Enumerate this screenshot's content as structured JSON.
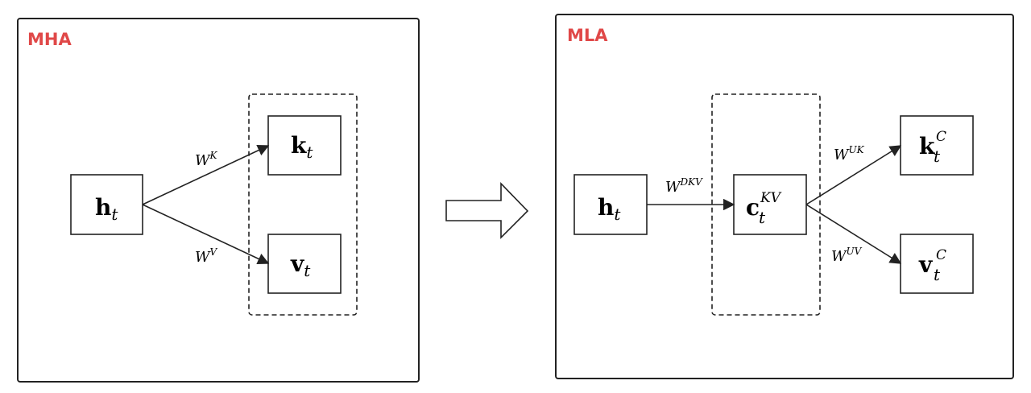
{
  "colors": {
    "title": "#e04848",
    "stroke": "#222222",
    "background": "#ffffff"
  },
  "panels": {
    "left": {
      "title": "MHA"
    },
    "right": {
      "title": "MLA"
    }
  },
  "nodes": {
    "mha_h": {
      "base": "h",
      "sub": "t",
      "sup": ""
    },
    "mha_k": {
      "base": "k",
      "sub": "t",
      "sup": ""
    },
    "mha_v": {
      "base": "v",
      "sub": "t",
      "sup": ""
    },
    "mla_h": {
      "base": "h",
      "sub": "t",
      "sup": ""
    },
    "mla_c": {
      "base": "c",
      "sub": "t",
      "sup": "KV"
    },
    "mla_k": {
      "base": "k",
      "sub": "t",
      "sup": "C"
    },
    "mla_v": {
      "base": "v",
      "sub": "t",
      "sup": "C"
    }
  },
  "edges": {
    "mha_wk": {
      "base": "W",
      "sup": "K"
    },
    "mha_wv": {
      "base": "W",
      "sup": "V"
    },
    "mla_wdkv": {
      "base": "W",
      "sup": "DKV"
    },
    "mla_wuk": {
      "base": "W",
      "sup": "UK"
    },
    "mla_wuv": {
      "base": "W",
      "sup": "UV"
    }
  },
  "transition": {
    "icon": "right-arrow-icon"
  }
}
